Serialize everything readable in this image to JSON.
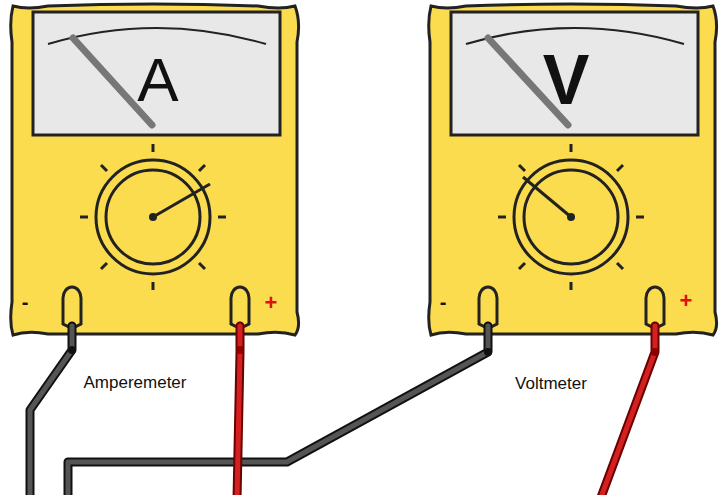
{
  "diagram": {
    "nodes": [
      {
        "text": [
          "A",
          "-",
          "+",
          "Amperemeter"
        ]
      },
      {
        "text": [
          "V",
          "-",
          "+",
          "Voltmeter"
        ]
      }
    ]
  }
}
